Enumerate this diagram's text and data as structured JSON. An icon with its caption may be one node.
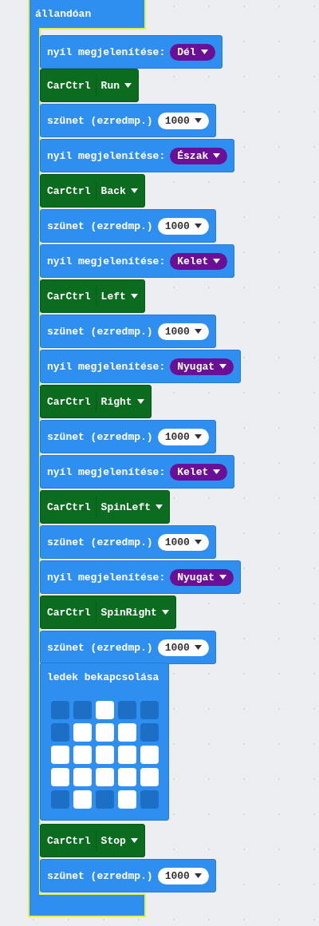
{
  "diagram": {
    "nodes": [
      {
        "text": [
          "állandóan"
        ]
      },
      {
        "text": [
          "nyíl megjelenítése:"
        ]
      },
      {
        "text": [
          "Dél"
        ],
        "in": 1
      },
      {
        "text": [
          "CarCtrl",
          "Run"
        ]
      },
      {
        "text": [
          "szünet (ezredmp.)"
        ]
      },
      {
        "text": [
          "1000"
        ],
        "in": 4
      },
      {
        "text": [
          "nyíl megjelenítése:"
        ]
      },
      {
        "text": [
          "Észak"
        ],
        "in": 6
      },
      {
        "text": [
          "CarCtrl",
          "Back"
        ]
      },
      {
        "text": [
          "szünet (ezredmp.)"
        ]
      },
      {
        "text": [
          "1000"
        ],
        "in": 9
      },
      {
        "text": [
          "nyíl megjelenítése:"
        ]
      },
      {
        "text": [
          "Kelet"
        ],
        "in": 11
      },
      {
        "text": [
          "CarCtrl",
          "Left"
        ]
      },
      {
        "text": [
          "szünet (ezredmp.)"
        ]
      },
      {
        "text": [
          "1000"
        ],
        "in": 14
      },
      {
        "text": [
          "nyíl megjelenítése:"
        ]
      },
      {
        "text": [
          "Nyugat"
        ],
        "in": 16
      },
      {
        "text": [
          "CarCtrl",
          "Right"
        ]
      },
      {
        "text": [
          "szünet (ezredmp.)"
        ]
      },
      {
        "text": [
          "1000"
        ],
        "in": 19
      },
      {
        "text": [
          "nyíl megjelenítése:"
        ]
      },
      {
        "text": [
          "Kelet"
        ],
        "in": 21
      },
      {
        "text": [
          "CarCtrl",
          "SpinLeft"
        ]
      },
      {
        "text": [
          "szünet (ezredmp.)"
        ]
      },
      {
        "text": [
          "1000"
        ],
        "in": 24
      },
      {
        "text": [
          "nyíl megjelenítése:"
        ]
      },
      {
        "text": [
          "Nyugat"
        ],
        "in": 26
      },
      {
        "text": [
          "CarCtrl",
          "SpinRight"
        ]
      },
      {
        "text": [
          "szünet (ezredmp.)"
        ]
      },
      {
        "text": [
          "1000"
        ],
        "in": 29
      },
      {
        "text": [
          "ledek bekapcsolása"
        ]
      },
      {
        "text": [
          "CarCtrl",
          "Stop"
        ]
      },
      {
        "text": [
          "szünet (ezredmp.)"
        ]
      },
      {
        "text": [
          "1000"
        ],
        "in": 33
      }
    ]
  }
}
